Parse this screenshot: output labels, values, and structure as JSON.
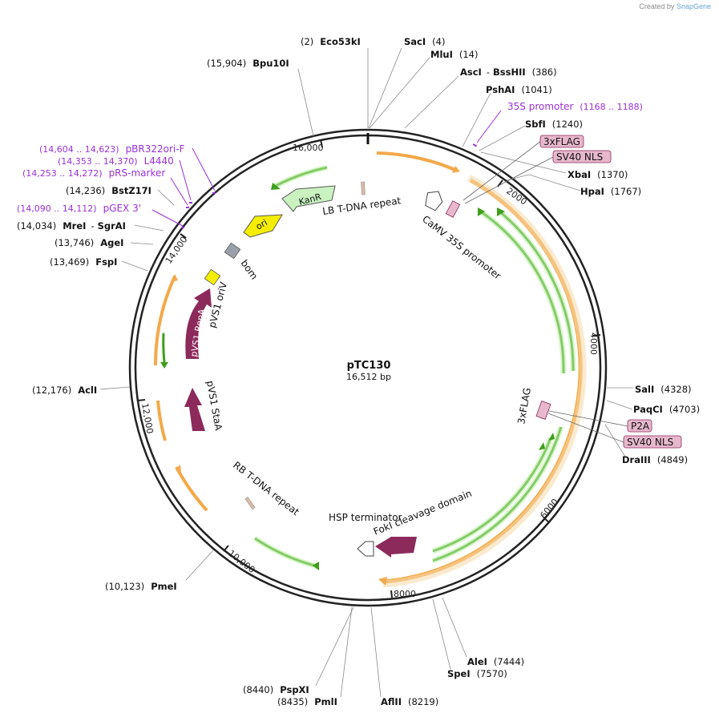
{
  "credit": {
    "prefix": "Created by",
    "brand": "SnapGene"
  },
  "plasmid": {
    "name": "pTC130",
    "length_label": "16,512 bp",
    "length": 16512
  },
  "ruler_labels": [
    "16,000",
    "2000",
    "4000",
    "6000",
    "8000",
    "10,000",
    "12,000",
    "14,000"
  ],
  "colors": {
    "orf": "#f3a94a",
    "green": "#3f9e1c",
    "purple": "#8c2a5c",
    "primer": "#9b30d9",
    "site_line": "#8a8a8a",
    "tag_fill": "#e7b8cc",
    "ori": "#f5ed00",
    "kanr": "#c9f2c0",
    "bom": "#9aa0a8"
  },
  "sites": [
    {
      "id": "eco53ki",
      "name": "Eco53kI",
      "pos": "(2)"
    },
    {
      "id": "saci",
      "name": "SacI",
      "pos": "(4)"
    },
    {
      "id": "mlui",
      "name": "MluI",
      "pos": "(14)"
    },
    {
      "id": "asci",
      "name": "AscI",
      "name2": "BssHII",
      "pos": "(386)"
    },
    {
      "id": "pshai",
      "name": "PshAI",
      "pos": "(1041)"
    },
    {
      "id": "sbfi",
      "name": "SbfI",
      "pos": "(1240)"
    },
    {
      "id": "xbai",
      "name": "XbaI",
      "pos": "(1370)"
    },
    {
      "id": "hpai",
      "name": "HpaI",
      "pos": "(1767)"
    },
    {
      "id": "sali",
      "name": "SalI",
      "pos": "(4328)"
    },
    {
      "id": "paqci",
      "name": "PaqCI",
      "pos": "(4703)"
    },
    {
      "id": "draiii",
      "name": "DraIII",
      "pos": "(4849)"
    },
    {
      "id": "alei",
      "name": "AleI",
      "pos": "(7444)"
    },
    {
      "id": "spei",
      "name": "SpeI",
      "pos": "(7570)"
    },
    {
      "id": "aflii",
      "name": "AflII",
      "pos": "(8219)"
    },
    {
      "id": "pmli",
      "name": "PmlI",
      "pos": "(8435)"
    },
    {
      "id": "pspxi",
      "name": "PspXI",
      "pos": "(8440)"
    },
    {
      "id": "pmei",
      "name": "PmeI",
      "pos": "(10,123)"
    },
    {
      "id": "acli",
      "name": "AclI",
      "pos": "(12,176)"
    },
    {
      "id": "fspi",
      "name": "FspI",
      "pos": "(13,469)"
    },
    {
      "id": "agei",
      "name": "AgeI",
      "pos": "(13,746)"
    },
    {
      "id": "mrei",
      "name": "MreI",
      "name2": "SgrAI",
      "pos": "(14,034)"
    },
    {
      "id": "bstz17i",
      "name": "BstZ17I",
      "pos": "(14,236)"
    },
    {
      "id": "bpu10i",
      "name": "Bpu10I",
      "pos": "(15,904)"
    }
  ],
  "primers": [
    {
      "id": "35s",
      "name": "35S promoter",
      "pos": "(1168 .. 1188)"
    },
    {
      "id": "pbr322",
      "name": "pBR322ori-F",
      "pos": "(14,604 .. 14,623)"
    },
    {
      "id": "l4440",
      "name": "L4440",
      "pos": "(14,353 .. 14,370)"
    },
    {
      "id": "prs",
      "name": "pRS-marker",
      "pos": "(14,253 .. 14,272)"
    },
    {
      "id": "pgex",
      "name": "pGEX 3'",
      "pos": "(14,090 .. 14,112)"
    }
  ],
  "boxed_labels": [
    "3xFLAG",
    "SV40 NLS",
    "P2A",
    "SV40 NLS"
  ],
  "features": [
    {
      "id": "lb",
      "label": "LB T-DNA repeat"
    },
    {
      "id": "camv",
      "label": "CaMV 35S promoter"
    },
    {
      "id": "kanr",
      "label": "KanR"
    },
    {
      "id": "ori",
      "label": "ori"
    },
    {
      "id": "bom",
      "label": "bom"
    },
    {
      "id": "oriv",
      "label": "pVS1 oriV"
    },
    {
      "id": "repa",
      "label": "pVS1 RepA"
    },
    {
      "id": "staa",
      "label": "pVS1 StaA"
    },
    {
      "id": "rb",
      "label": "RB T-DNA repeat"
    },
    {
      "id": "hsp",
      "label": "HSP terminator"
    },
    {
      "id": "foki",
      "label": "FokI cleavage domain"
    },
    {
      "id": "flag2",
      "label": "3xFLAG"
    }
  ]
}
